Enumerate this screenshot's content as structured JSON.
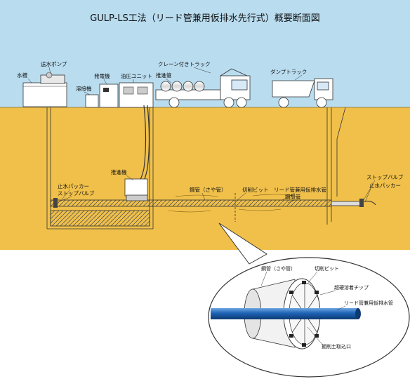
{
  "title": "GULP-LS工法（リード管兼用仮排水先行式）概要断面図",
  "labels": {
    "water_pump": "送水ポンプ",
    "water_tank": "水槽",
    "welder": "溶接機",
    "generator": "発電機",
    "hydraulic_unit": "油圧ユニット",
    "pushing_pipe": "推進管",
    "crane_truck": "クレーン付きトラック",
    "dump_truck": "ダンプトラック",
    "pusher": "推進機",
    "steel_pipe": "鋼管（さや管）",
    "cutting_bit": "切削ビット",
    "lead_pipe": "リード管兼用仮排水管",
    "casing_pipe": "鋼殻管",
    "water_packer_left": "止水パッカー",
    "stop_valve_left": "ストップバルブ",
    "stop_valve_right": "ストップバルブ",
    "water_packer_right": "止水パッカー"
  },
  "detail_labels": {
    "steel_pipe": "鋼管（さや管）",
    "cutting_bit": "切削ビット",
    "carbide_chip": "超硬溶着チップ",
    "lead_pipe": "リード管兼用仮排水管",
    "soil_intake": "掘削土取込口"
  },
  "colors": {
    "sky": "#b9dcef",
    "ground": "#f0c04a",
    "pipe_blue": "#1f63b5",
    "line": "#222222"
  }
}
